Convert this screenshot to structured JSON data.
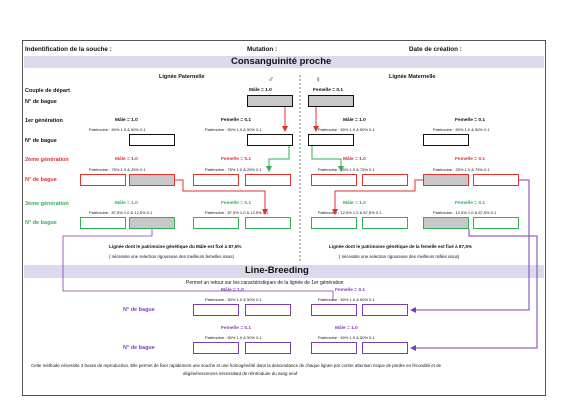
{
  "header": {
    "identification": "Indentification de la souche :",
    "mutation": "Mutation :",
    "date": "Date de création :"
  },
  "consanguinite": {
    "title": "Consanguinité proche",
    "paternal_title": "Lignée Paternelle",
    "maternal_title": "Lignée Maternelle",
    "male_symbol": "♂",
    "female_symbol": "♀",
    "couple_label": "Couple de départ",
    "bague_label": "N° de bague",
    "male_start": "Mâle = 1.0",
    "female_start": "Femelle = 0.1",
    "gen1_label": "1er génération",
    "gen2_label": "2ème génération",
    "gen3_label": "3ème génération",
    "gen1": {
      "pat_male": "Mâle = 1.0",
      "pat_male_pat": "Patrimoine : 50% 1.0 & 50% 0.1",
      "pat_fem": "Femelle = 0.1",
      "pat_fem_pat": "Patrimoine : 50% 1.0 & 50% 0.1",
      "mat_male": "Mâle = 1.0",
      "mat_male_pat": "Patrimoine : 50% 1.0 & 50% 0.1",
      "mat_fem": "Femelle = 0.1",
      "mat_fem_pat": "Patrimoine : 50% 1.0 & 50% 0.1"
    },
    "gen2": {
      "pat_male": "Mâle = 1.0",
      "pat_male_pat": "Patrimoine : 75% 1.0 & 25% 0.1",
      "pat_fem": "Femelle = 0.1",
      "pat_fem_pat": "Patrimoine : 75% 1.0 & 25% 0.1",
      "mat_male": "Mâle = 1.0",
      "mat_male_pat": "Patrimoine : 25% 1.0 & 75% 0.1",
      "mat_fem": "Femelle = 0.1",
      "mat_fem_pat": "Patrimoine : 25% 1.0 & 75% 0.1"
    },
    "gen3": {
      "pat_male": "Mâle = 1.0",
      "pat_male_pat": "Patrimoine : 87,5% 1.0 & 12,5% 0.1",
      "pat_fem": "Femelle = 0.1",
      "pat_fem_pat": "Patrimoine : 87,5% 1.0 & 12,5% 0.1",
      "mat_male": "Mâle = 1.0",
      "mat_male_pat": "Patrimoine : 12,5% 1.0 & 87,5% 0.1",
      "mat_fem": "Femelle = 0.1",
      "mat_fem_pat": "Patrimoine : 12,5% 1.0 & 87,5% 0.1"
    },
    "pat_note": "Lignée dont le patrimoine génétique du Mâle est fixé à 87,5%",
    "pat_note_sub": "( nécessite une selection rigoureuse des meilleurs femelles issus)",
    "mat_note": "Lignée dont le patrimoine génétique de la femelle est fixé à 87,5%",
    "mat_note_sub": "( nécessite une selection rigoureuse des meilleurs mâles issus)"
  },
  "linebreeding": {
    "title": "Line-Breeding",
    "subtitle": "Permet un retour sur les caractéristiques de la lignée de 1er génération",
    "bague_label": "N° de bague",
    "row1": {
      "male": "Mâle = 1.0",
      "male_pat": "Patrimoine : 50% 1.0 & 50% 0.1",
      "fem": "Femelle = 0.1",
      "fem_pat": "Patrimoine : 50% 1.0 & 50% 0.1"
    },
    "row2": {
      "fem": "Femelle = 0.1",
      "fem_pat": "Patrimoine : 50% 1.0 & 50% 0.1",
      "male": "Mâle = 1.0",
      "male_pat": "Patrimoine : 50% 1.0 & 50% 0.1"
    }
  },
  "footer": {
    "line1": "Cette méthode nécessite 3 boxes de reproduction. Elle permet de fixer rapidement une souche et une homogénéité dans la descendance de chaque lignée par contre attention risque de perdre en fécondité et de",
    "line2": "dégénérescences nécessitant de réintroduire du sang neuf"
  },
  "colors": {
    "red": "#e03030",
    "green": "#2eaf5a",
    "purple": "#7a3eb8",
    "band": "#ddd9ec"
  }
}
